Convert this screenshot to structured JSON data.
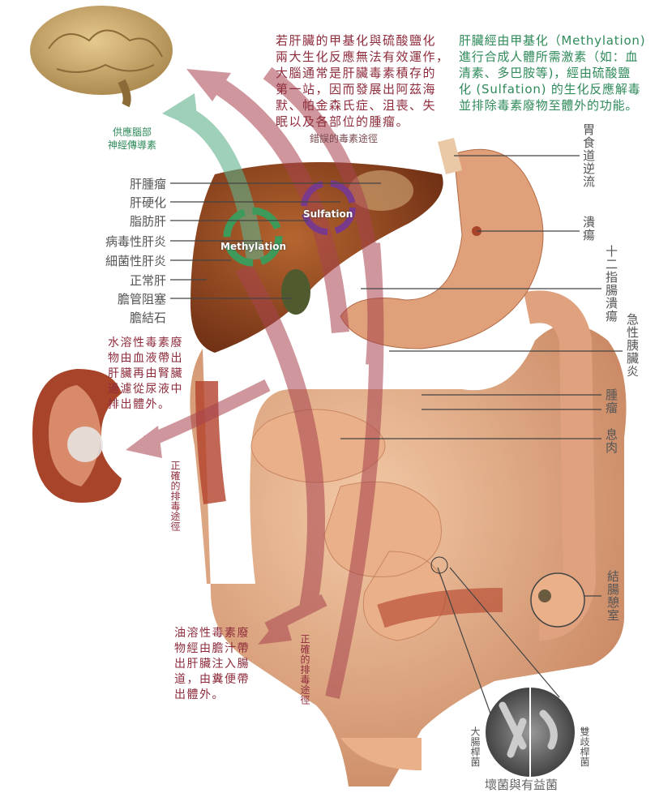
{
  "colors": {
    "toxic_red": "#8e2c3c",
    "methylation_green": "#2f8a5a",
    "sulfation_purple": "#7a3a8c",
    "label_gray": "#555555"
  },
  "intro_failure": [
    "若肝臟的甲基化與硫酸鹽化",
    "兩大生化反應無法有效運作，",
    "大腦通常是肝臟毒素積存的",
    "第一站，因而發展出阿茲海",
    "默、帕金森氏症、沮喪、失",
    "眠以及各部位的腫瘤。"
  ],
  "intro_function": [
    "肝臟經由甲基化（Methylation)",
    "進行合成人體所需激素（如：血",
    "清素、多巴胺等)，經由硫酸鹽",
    "化 (Sulfation) 的生化反應解毒",
    "並排除毒素廢物至體外的功能。"
  ],
  "brain_supply": [
    "供應腦部",
    "神經傳導素"
  ],
  "wrong_path": "錯誤的毒素途徑",
  "cycles": {
    "methylation": "Methylation",
    "sulfation": "Sulfation"
  },
  "liver_labels": [
    "肝腫瘤",
    "肝硬化",
    "脂肪肝",
    "病毒性肝炎",
    "細菌性肝炎",
    "正常肝",
    "膽管阻塞",
    "膽結石"
  ],
  "water_soluble": [
    "水溶性毒素廢",
    "物由血液帶出",
    "肝臟再由腎臟",
    "過濾從尿液中",
    "排出體外。"
  ],
  "fat_soluble": [
    "油溶性毒素廢",
    "物經由膽汁帶",
    "出肝臟注入腸",
    "道，由糞便帶",
    "出體外。"
  ],
  "correct_path": "正確的排毒途徑",
  "right_labels": {
    "reflux": "胃食道逆流",
    "ulcer": "潰瘍",
    "duodenal_ulcer": "十二指腸潰瘍",
    "pancreatitis": "急性胰臟炎",
    "tumor": "腫瘤",
    "polyp": "息肉",
    "diverticulum": "結腸憩室"
  },
  "bacteria": {
    "ecoli": "大腸桿菌",
    "bifido": "雙歧桿菌",
    "caption": "壞菌與有益菌"
  }
}
